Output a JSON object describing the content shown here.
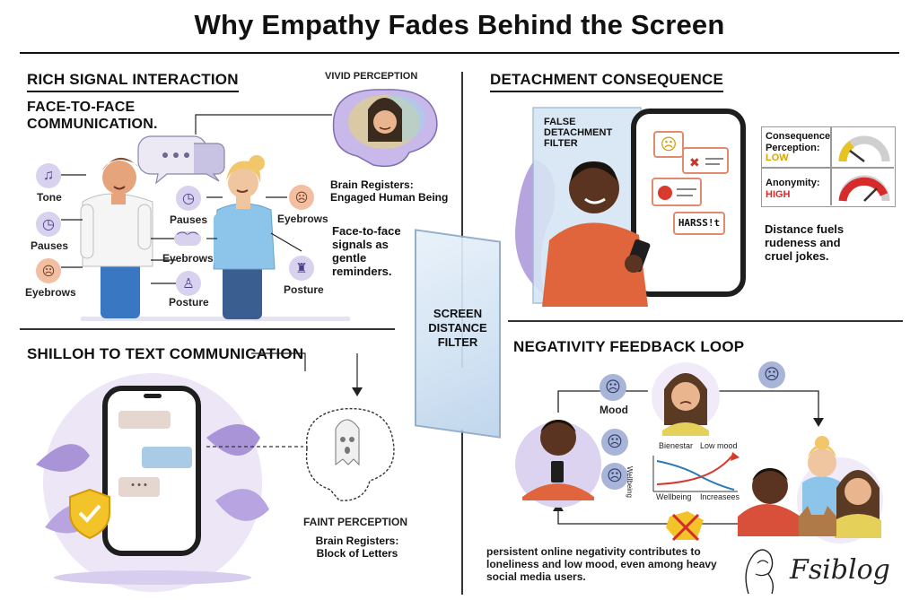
{
  "title": "Why Empathy Fades Behind the Screen",
  "rich": {
    "heading": "RICH SIGNAL INTERACTION",
    "subheading": "FACE-TO-FACE COMMUNICATION.",
    "left_labels": [
      "Tone",
      "Pauses",
      "Eyebrows"
    ],
    "center_labels": [
      "Pauses",
      "Eyebrows",
      "Posture"
    ],
    "right_labels": [
      "Eyebrows",
      "Posture"
    ],
    "vivid_label": "VIVID PERCEPTION",
    "brain_registers": "Brain Registers: Engaged Human Being",
    "note": "Face-to-face signals as gentle reminders."
  },
  "shilloh": {
    "heading": "SHILLOH TO TEXT COMMUNICATION",
    "faint_label": "FAINT PERCEPTION",
    "brain_registers": "Brain Registers: Block of Letters"
  },
  "screen_filter": "SCREEN DISTANCE FILTER",
  "detachment": {
    "heading": "DETACHMENT CONSEQUENCE",
    "filter_label": "FALSE DETACHMENT FILTER",
    "bubble_text": "HARSS!t",
    "consequence_label": "Consequence Perception:",
    "consequence_value": "LOW",
    "anonymity_label": "Anonymity:",
    "anonymity_value": "HIGH",
    "note": "Distance fuels rudeness and cruel jokes.",
    "colors": {
      "low": "#d9a400",
      "high": "#d62b2b"
    }
  },
  "negativity": {
    "heading": "NEGATIVITY FEEDBACK LOOP",
    "mood_label": "Mood",
    "chart_side": "Wellbeing",
    "chart_labels": {
      "top_left": "Bienestar",
      "top_right": "Low mood",
      "bottom_left": "Wellbeing",
      "bottom_right": "Increasees"
    },
    "caption": "persistent online negativity contributes to loneliness and low mood, even among heavy social media users."
  },
  "watermark": "Fsiblog"
}
